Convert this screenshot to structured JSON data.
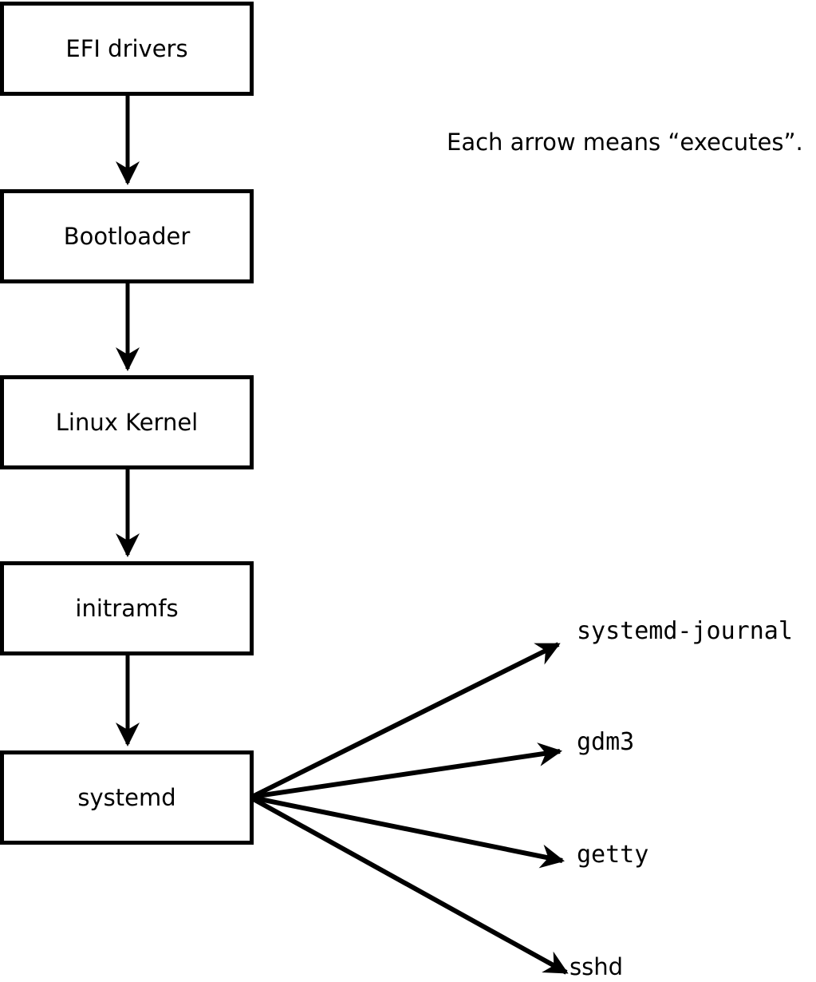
{
  "note": {
    "text": "Each arrow means “executes”."
  },
  "nodes": [
    {
      "label": "EFI drivers"
    },
    {
      "label": "Bootloader"
    },
    {
      "label": "Linux Kernel"
    },
    {
      "label": "initramfs"
    },
    {
      "label": "systemd"
    }
  ],
  "targets": [
    {
      "label": "systemd-journal"
    },
    {
      "label": "gdm3"
    },
    {
      "label": "getty"
    },
    {
      "label": "sshd"
    }
  ],
  "edges": [
    {
      "from": "EFI drivers",
      "to": "Bootloader",
      "meaning": "executes"
    },
    {
      "from": "Bootloader",
      "to": "Linux Kernel",
      "meaning": "executes"
    },
    {
      "from": "Linux Kernel",
      "to": "initramfs",
      "meaning": "executes"
    },
    {
      "from": "initramfs",
      "to": "systemd",
      "meaning": "executes"
    },
    {
      "from": "systemd",
      "to": "systemd-journal",
      "meaning": "executes"
    },
    {
      "from": "systemd",
      "to": "gdm3",
      "meaning": "executes"
    },
    {
      "from": "systemd",
      "to": "getty",
      "meaning": "executes"
    },
    {
      "from": "systemd",
      "to": "sshd",
      "meaning": "executes"
    }
  ],
  "colors": {
    "line": "#000000",
    "background": "#ffffff",
    "box_fill": "#ffffff",
    "text": "#000000"
  }
}
